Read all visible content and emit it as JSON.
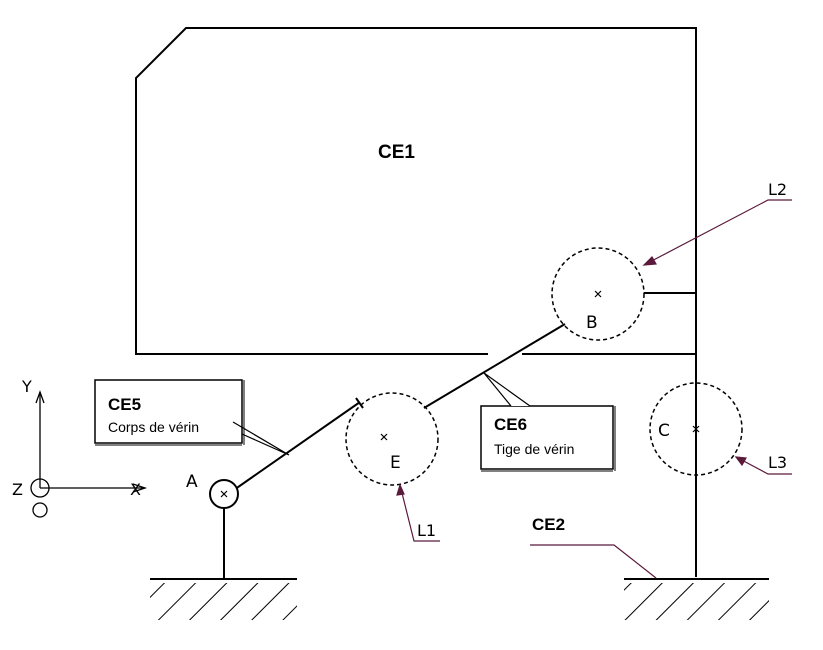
{
  "labels": {
    "ce1": "CE1",
    "ce2": "CE2",
    "ce5_title": "CE5",
    "ce5_sub": "Corps de vérin",
    "ce6_title": "CE6",
    "ce6_sub": "Tige de vérin",
    "point_a": "A",
    "point_b": "B",
    "point_c": "C",
    "point_e": "E",
    "link_l1": "L1",
    "link_l2": "L2",
    "link_l3": "L3"
  },
  "axes": {
    "x": "X",
    "y": "Y",
    "z": "Z"
  },
  "colors": {
    "stroke": "#000000",
    "leader": "#5a1a3c",
    "background": "#ffffff"
  }
}
